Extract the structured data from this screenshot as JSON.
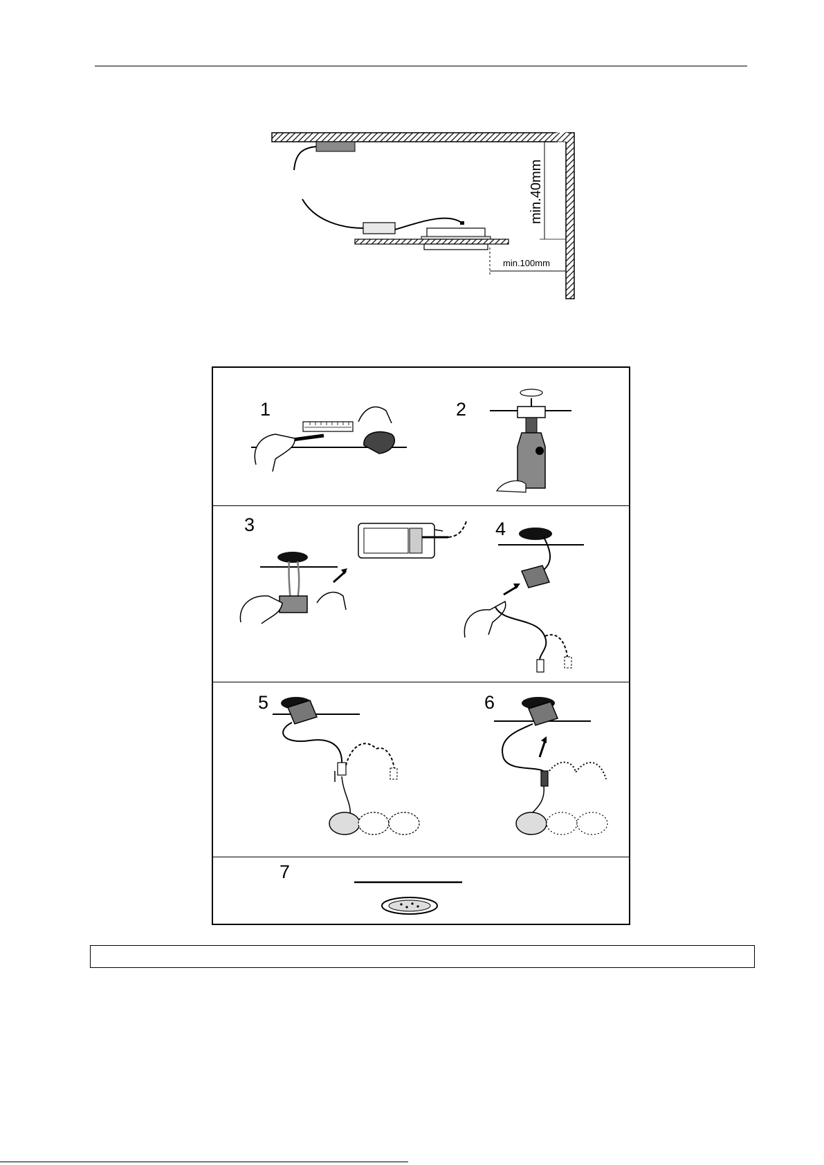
{
  "mount_diagram": {
    "height_label": "min.40mm",
    "distance_label": "min.100mm"
  },
  "steps": [
    {
      "number": "1",
      "icon": "pencil-and-ruler-marking-icon"
    },
    {
      "number": "2",
      "icon": "drill-with-hole-saw-icon"
    },
    {
      "number": "3",
      "icon": "wire-to-driver-terminal-icon"
    },
    {
      "number": "4",
      "icon": "plug-into-driver-icon"
    },
    {
      "number": "5",
      "icon": "connect-multiple-lights-icon"
    },
    {
      "number": "6",
      "icon": "pull-cable-through-hole-icon"
    },
    {
      "number": "7",
      "icon": "press-light-into-hole-icon"
    }
  ],
  "caption_box": {
    "text": ""
  }
}
